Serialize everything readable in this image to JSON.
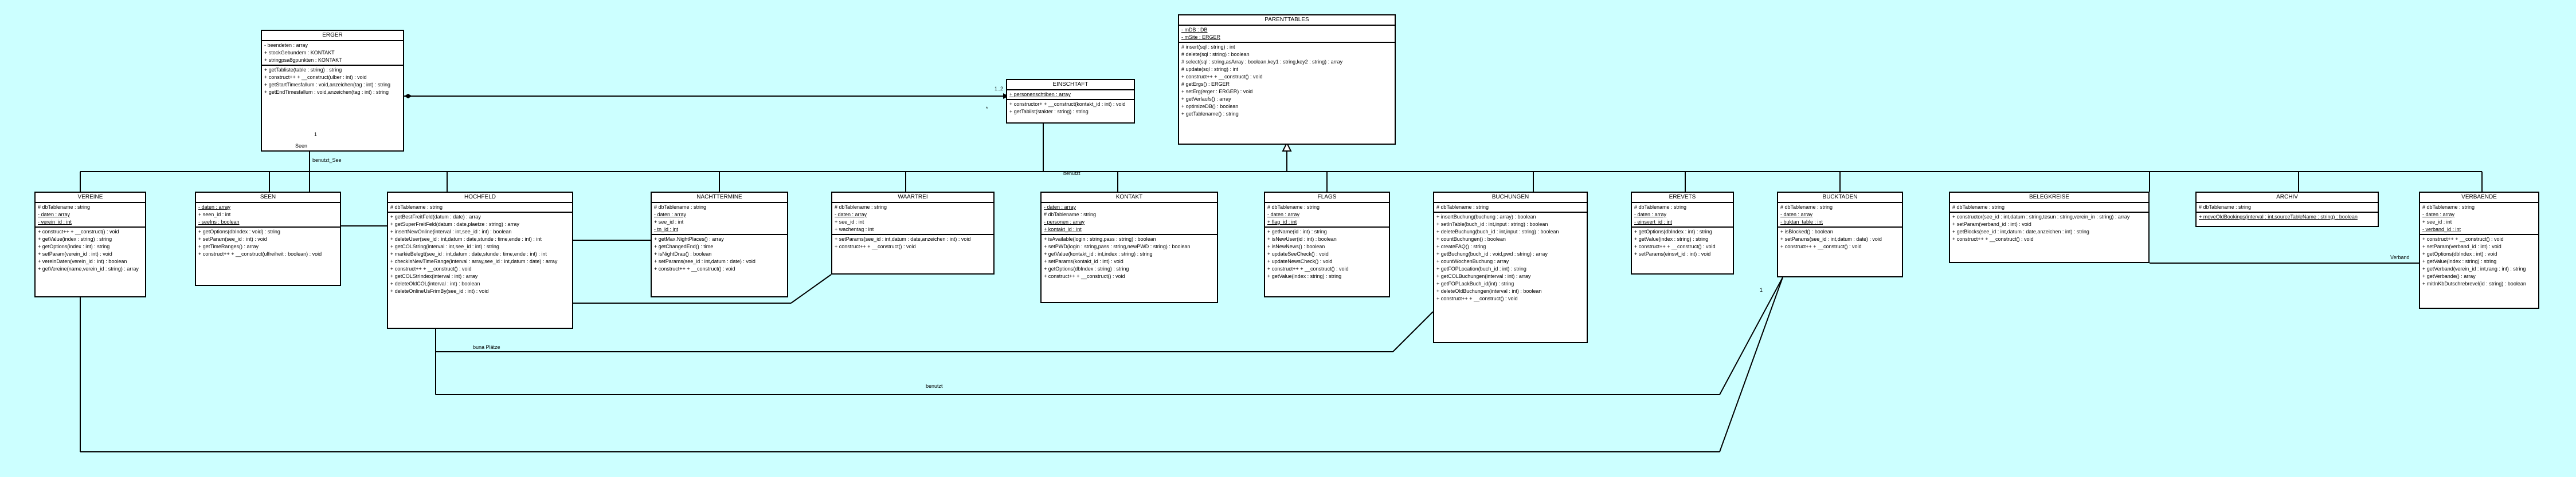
{
  "classes": {
    "erger": {
      "title": "ERGER",
      "attrs": [
        "- beendeten : array",
        "+ stockGebundem : KONTAKT",
        "+ stringpsa8gpunkten : KONTAKT"
      ],
      "ops": [
        "+ getTabliste(table : string) : string",
        "+ construct++ + __construct(ulber : int) : void",
        "+ getStartTimesfallum : void,anzeichen(tag : int) : string",
        "+ getEndTimesfallum : void,anzeichen(tag : int) : string"
      ]
    },
    "einschtaff": {
      "title": "EINSCHTAFT",
      "attrs": [
        "+ personenschtiben : array"
      ],
      "ops": [
        "+ constructor+ + __construct(kontakt_id : int) : void",
        "+ getTablist(stakter : string) : string"
      ]
    },
    "parenttables": {
      "title": "PARENTTABLES",
      "attrs": [
        "- mDB : DB",
        "- mSite : ERGER"
      ],
      "ops": [
        "# insert(sql : string) : int",
        "# delete(sql : string) : boolean",
        "# select(sql : string,asArray : boolean,key1 : string,key2 : string) : array",
        "# update(sql : string) : int",
        "+ construct++ + __construct() : void",
        "# getErgs() : ERGER",
        "+ setErg(erger : ERGER) : void",
        "+ getVerlaufs() : array",
        "+ optimizeDB() : boolean",
        "+ getTablename() : string"
      ]
    },
    "vereine": {
      "title": "VEREINE",
      "attrs": [
        "# dbTablename : string",
        "- daten : array",
        "- verein_id : int"
      ],
      "ops": [
        "+ construct++ + __construct() : void",
        "+ getValue(index : string) : string",
        "+ getOptions(index : int) : string",
        "+ setParam(verein_id : int) : void",
        "+ vereinDaten(verein_id : int) : boolean",
        "+ getVereine(name,verein_id : string) : array"
      ]
    },
    "seen": {
      "title": "SEEN",
      "attrs": [
        "- daten : array",
        "+ seen_id : int",
        "- seeIns : boolean"
      ],
      "ops": [
        "+ getOptions(dbIndex : void) : string",
        "+ setParam(see_id : int) : void",
        "+ getTimeRanges() : array",
        "+ construct++ + __construct(ulfreiheit : boolean) : void"
      ]
    },
    "hochfeld": {
      "title": "HOCHFELD",
      "attrs": [
        "# dbTablename : string"
      ],
      "ops": [
        "+ getBestFreitFeld(datum : date) : array",
        "+ getSuperFreitFeld(datum : date,plaetze : string) : array",
        "+ insertNewOnline(interval : int,see_id : int) : boolean",
        "+ deleteUser(see_id : int,datum : date,stunde : time,ende : int) : int",
        "+ getCOLString(interval : int,see_id : int) : string",
        "+ markieBelegt(see_id : int,datum : date,stunde : time,ende : int) : int",
        "+ checkIsNewTimeRange(interval : array,see_id : int,datum : date) : array",
        "+ construct++ + __construct() : void",
        "+ getCOLStrIndex(interval : int) : array",
        "+ deleteOldCOL(interval : int) : boolean",
        "+ deleteOnlineUsFrimBy(see_id : int) : void"
      ]
    },
    "nachtermine": {
      "title": "NACHTTERMINE",
      "attrs": [
        "# dbTablename : string",
        "- daten : array",
        "+ see_id : int",
        "- tn_id : int"
      ],
      "ops": [
        "+ getMax.NightPlaces() : array",
        "+ getChangedEnd() : time",
        "+ isNightDrau() : boolean",
        "+ setParams(see_id : int,datum : date) : void",
        "+ construct++ + __construct() : void"
      ]
    },
    "waartrei": {
      "title": "WAARTREI",
      "attrs": [
        "# dbTablename : string",
        "- daten : array",
        "+ see_id : int",
        "+ wachentag : int"
      ],
      "ops": [
        "+ setParams(see_id : int,datum : date,anzeichen : int) : void",
        "+ construct++ + __construct() : void"
      ]
    },
    "kontakt": {
      "title": "KONTAKT",
      "attrs": [
        "- daten : array",
        "# dbTablename : string",
        "- personen : array",
        "+ kontakt_id : int"
      ],
      "ops": [
        "+ isAvailable(login : string,pass : string) : boolean",
        "+ setPWD(login : string,pass : string,newPWD : string) : boolean",
        "+ getValue(kontakt_id : int,index : string) : string",
        "+ setParams(kontakt_id : int) : void",
        "+ getOptions(dbIndex : string) : string",
        "+ construct++ + __construct() : void"
      ]
    },
    "flags": {
      "title": "FLAGS",
      "attrs": [
        "# dbTablename : string",
        "- daten : array",
        "+ flag_id : int"
      ],
      "ops": [
        "+ getName(id : int) : string",
        "+ isNewUser(id : int) : boolean",
        "+ isNewNews() : boolean",
        "+ updateSeeCheck() : void",
        "+ updateNewsCheck() : void",
        "+ construct++ + __construct() : void",
        "+ getValue(index : string) : string"
      ]
    },
    "buchungen": {
      "title": "BUCHUNGEN",
      "attrs": [
        "# dbTablename : string"
      ],
      "ops": [
        "+ insertBuchung(buchung : array) : boolean",
        "+ setInTable(buch_id : int,input : string) : boolean",
        "+ deleteBuchung(buch_id : int,input : string) : boolean",
        "+ countBuchungen() : boolean",
        "+ createFAQ() : string",
        "+ getBuchung(buch_id : void,pwd : string) : array",
        "+ countWochenBuchung : array",
        "+ getFOPLocation(buch_id : int) : string",
        "+ getCOLBuchungen(interval : int) : array",
        "+ getFOPLackBuch_id(int) : string",
        "+ deleteOldBuchungen(interval : int) : boolean",
        "+ construct++ + __construct() : void"
      ]
    },
    "erevets": {
      "title": "EREVETS",
      "attrs": [
        "# dbTablename : string",
        "- daten : array",
        "- einsvert_id : int"
      ],
      "ops": [
        "+ getOptions(dbIndex : int) : string",
        "+ getValue(index : string) : string",
        "+ construct++ + __construct() : void",
        "+ setParams(einsvt_id : int) : void"
      ]
    },
    "bucktaden": {
      "title": "BUCKTADEN",
      "attrs": [
        "# dbTablename : string",
        "- daten : array",
        "- buktan_table : int"
      ],
      "ops": [
        "+ isBlocked() : boolean",
        "+ setParams(see_id : int,datum : date) : void",
        "+ construct++ + __construct() : void"
      ]
    },
    "belegkreise": {
      "title": "BELEGKREISE",
      "attrs": [
        "# dbTablename : string"
      ],
      "ops": [
        "+ constructor(see_id : int,datum : string,tesun : string,verein_in : string) : array",
        "+ setParam(verband_id : int) : void",
        "+ getBlocks(see_id : int,datum : date,anzeichen : int) : string",
        "+ construct++ + __construct() : void"
      ]
    },
    "archiv": {
      "title": "ARCHIV",
      "attrs": [
        "# dbTablename : string"
      ],
      "ops": [
        "+ moveOldBookings(interval : int,sourceTableName : string) : boolean"
      ]
    },
    "verbaende": {
      "title": "VERBAENDE",
      "attrs": [
        "# dbTablename : string",
        "- daten : array",
        "+ see_id : int",
        "- verband_id : int"
      ],
      "ops": [
        "+ construct++ + __construct() : void",
        "+ setParam(verband_id : int) : void",
        "+ getOptions(dbIndex : int) : void",
        "+ getValue(index : string) : string",
        "+ getVerband(verein_id : int,rang : int) : string",
        "+ getVerbande() : array",
        "+ mitInKbDutschrebrevel(id : string) : boolean"
      ]
    }
  },
  "labels": {
    "one_to_two": "1..2",
    "one_a": "1",
    "one_b": "1",
    "star_a": "*",
    "users": "benutzt",
    "benutzt_see": "benutzt_See",
    "seen": "Seen",
    "buna_paetze": "buna Plätze",
    "nutzt": "benutzt",
    "star_b": "*",
    "verbandsglied": "Verband",
    "letter_one": "1"
  },
  "colors": {
    "background": "#ccffff",
    "box": "#ffffff",
    "line": "#000000"
  }
}
